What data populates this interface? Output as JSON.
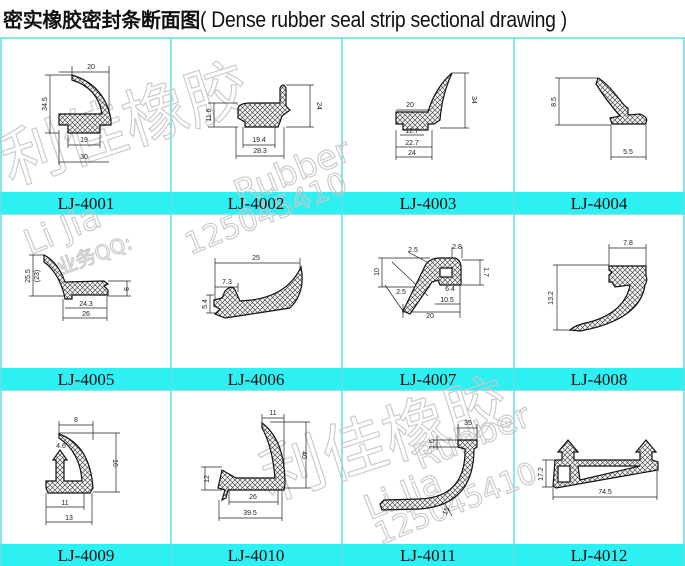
{
  "title": {
    "cn": "密实橡胶密封条断面图",
    "en": "( Dense rubber seal strip sectional drawing )"
  },
  "colors": {
    "label_bar": "#2ef0f2",
    "grid": "#5fdfe3",
    "ink": "#222222",
    "watermark": "#c8c8c8"
  },
  "watermark": {
    "brand_cn": "利佳橡胶",
    "brand_en": "Rubber",
    "brand_pinyin": "Li Jia",
    "qq_label": "业务QQ:",
    "qq_number": "125045410"
  },
  "cells": [
    {
      "label": "LJ-4001",
      "dims": [
        "20",
        "34.5",
        "19",
        "30"
      ]
    },
    {
      "label": "LJ-4002",
      "dims": [
        "11.6",
        "24",
        "19.4",
        "28.3"
      ]
    },
    {
      "label": "LJ-4003",
      "dims": [
        "20",
        "34",
        "12.7",
        "22.7",
        "24"
      ]
    },
    {
      "label": "LJ-4004",
      "dims": [
        "8.5",
        "5.5"
      ]
    },
    {
      "label": "LJ-4005",
      "dims": [
        "25.5",
        "(23)",
        "9",
        "24.3",
        "26"
      ]
    },
    {
      "label": "LJ-4006",
      "dims": [
        "25",
        "7.3",
        "5.4"
      ]
    },
    {
      "label": "LJ-4007",
      "dims": [
        "2.5",
        "2.8",
        "10",
        "2.5",
        "1.7",
        "6.4",
        "10.5",
        "20"
      ]
    },
    {
      "label": "LJ-4008",
      "dims": [
        "7.8",
        "13.2"
      ]
    },
    {
      "label": "LJ-4009",
      "dims": [
        "8",
        "4.6",
        "16",
        "11",
        "13"
      ]
    },
    {
      "label": "LJ-4010",
      "dims": [
        "11",
        "40",
        "12",
        "26",
        "39.5"
      ]
    },
    {
      "label": "LJ-4011",
      "dims": [
        "35",
        "1.6",
        "15"
      ]
    },
    {
      "label": "LJ-4012",
      "dims": [
        "17.2",
        "74.5"
      ]
    }
  ]
}
